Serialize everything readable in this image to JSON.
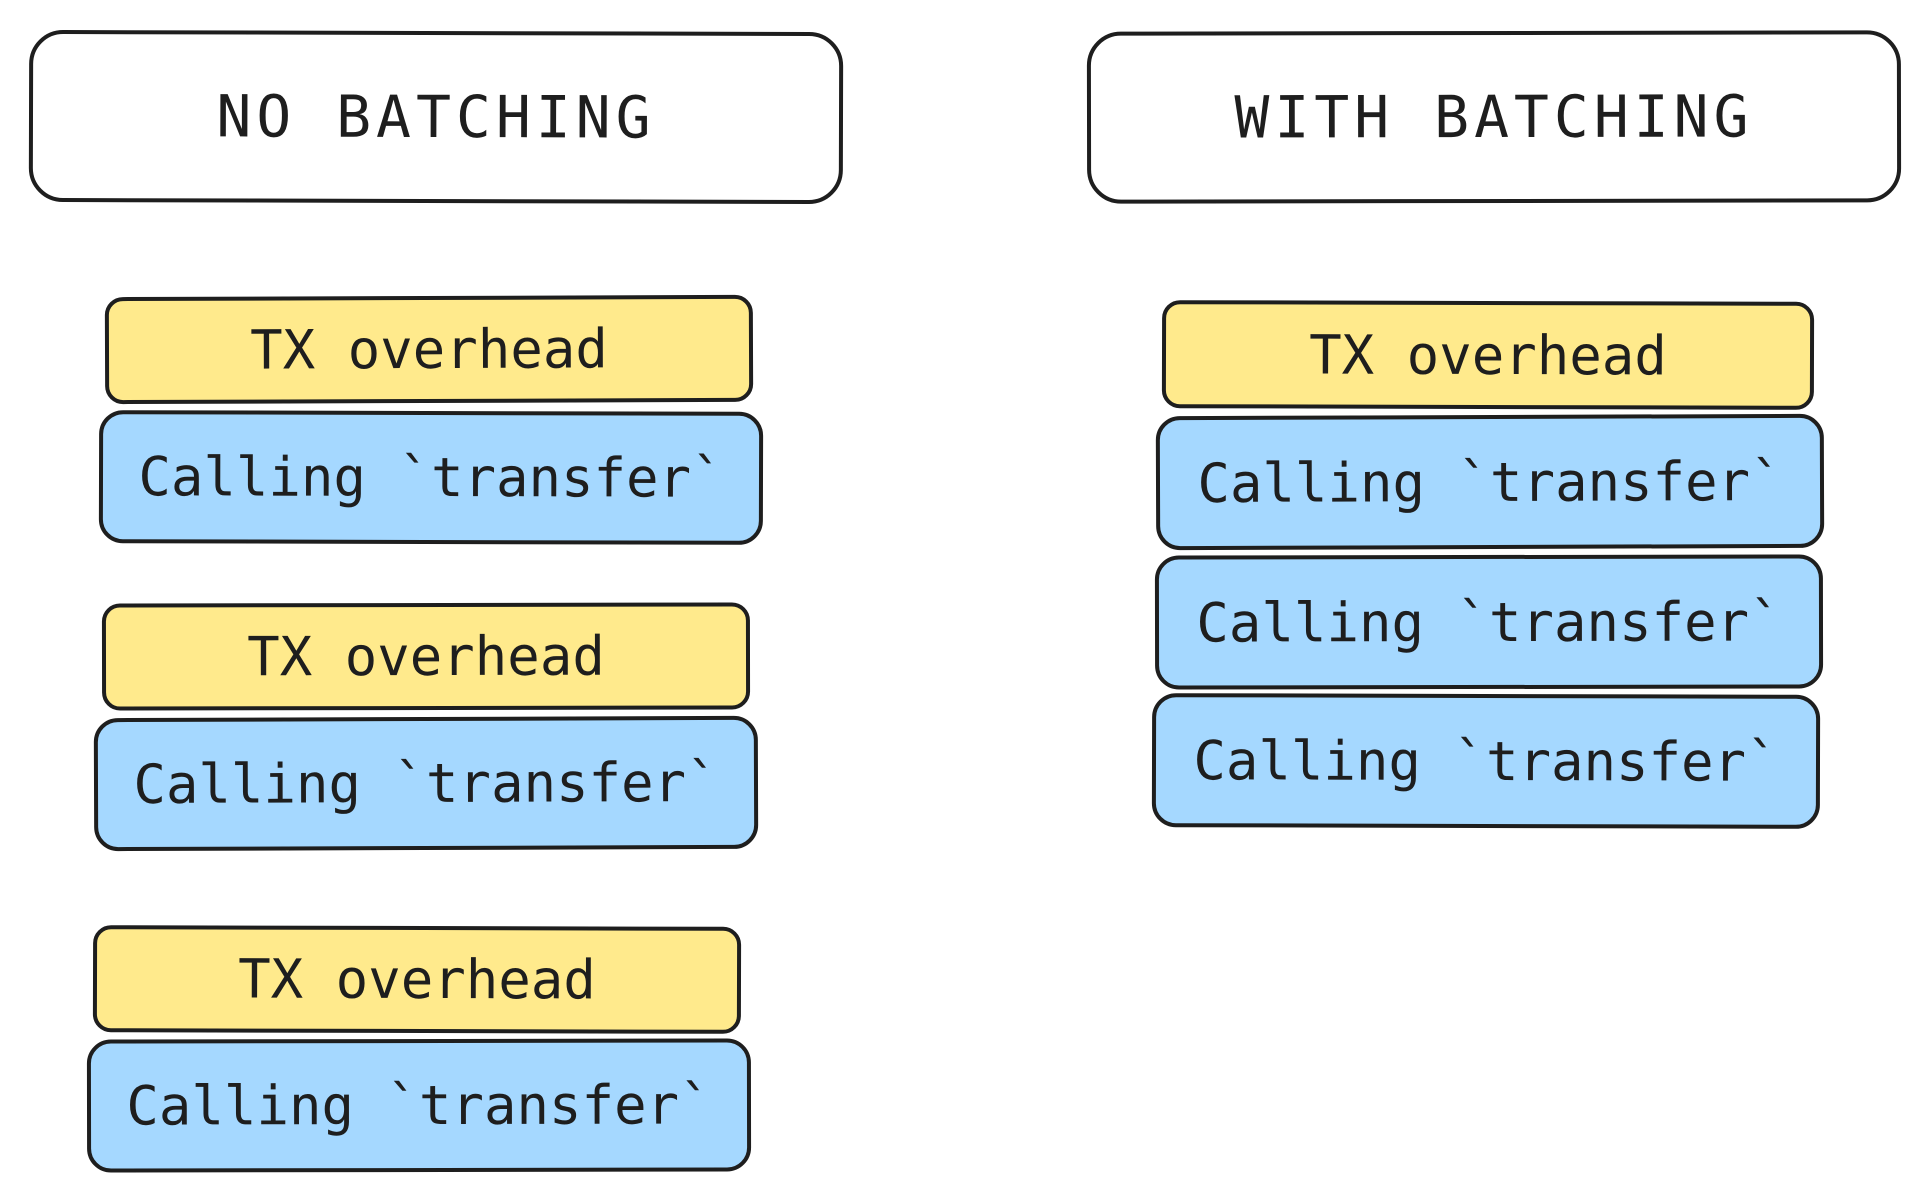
{
  "diagram": {
    "left_column": {
      "header": "NO BATCHING",
      "groups": [
        {
          "overhead": "TX overhead",
          "calls": [
            "Calling `transfer`"
          ]
        },
        {
          "overhead": "TX overhead",
          "calls": [
            "Calling `transfer`"
          ]
        },
        {
          "overhead": "TX overhead",
          "calls": [
            "Calling `transfer`"
          ]
        }
      ]
    },
    "right_column": {
      "header": "WITH BATCHING",
      "groups": [
        {
          "overhead": "TX overhead",
          "calls": [
            "Calling `transfer`",
            "Calling `transfer`",
            "Calling `transfer`"
          ]
        }
      ]
    }
  },
  "colors": {
    "stroke": "#1e1e1e",
    "overhead_fill": "#ffea8c",
    "call_fill": "#a5d8ff",
    "background": "#ffffff"
  }
}
